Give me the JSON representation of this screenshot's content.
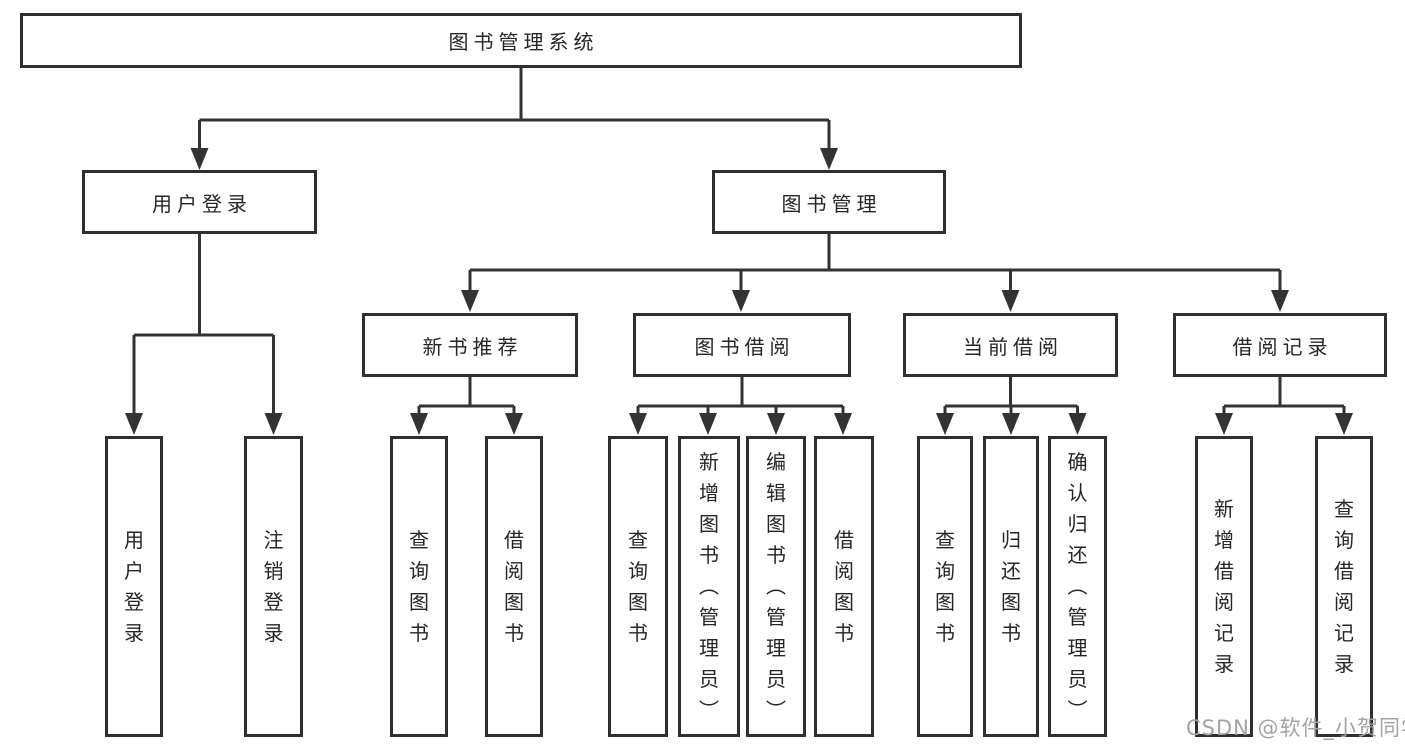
{
  "tree": {
    "root": {
      "label": "图书管理系统"
    },
    "branches": [
      {
        "label": "用户登录",
        "children": [
          {
            "label": "用户登录"
          },
          {
            "label": "注销登录"
          }
        ]
      },
      {
        "label": "图书管理",
        "sections": [
          {
            "label": "新书推荐",
            "children": [
              {
                "label": "查询图书"
              },
              {
                "label": "借阅图书"
              }
            ]
          },
          {
            "label": "图书借阅",
            "children": [
              {
                "label": "查询图书"
              },
              {
                "label": "新增图书（管理员）"
              },
              {
                "label": "编辑图书（管理员）"
              },
              {
                "label": "借阅图书"
              }
            ]
          },
          {
            "label": "当前借阅",
            "children": [
              {
                "label": "查询图书"
              },
              {
                "label": "归还图书"
              },
              {
                "label": "确认归还（管理员）"
              }
            ]
          },
          {
            "label": "借阅记录",
            "children": [
              {
                "label": "新增借阅记录"
              },
              {
                "label": "查询借阅记录"
              }
            ]
          }
        ]
      }
    ]
  },
  "watermark": {
    "text": "CSDN @软件_小贺同学"
  },
  "colors": {
    "background": "#ffffff",
    "line": "#333333",
    "box_border": "#2f2f2f",
    "text": "#262626",
    "watermark": "#a3a3a3"
  }
}
